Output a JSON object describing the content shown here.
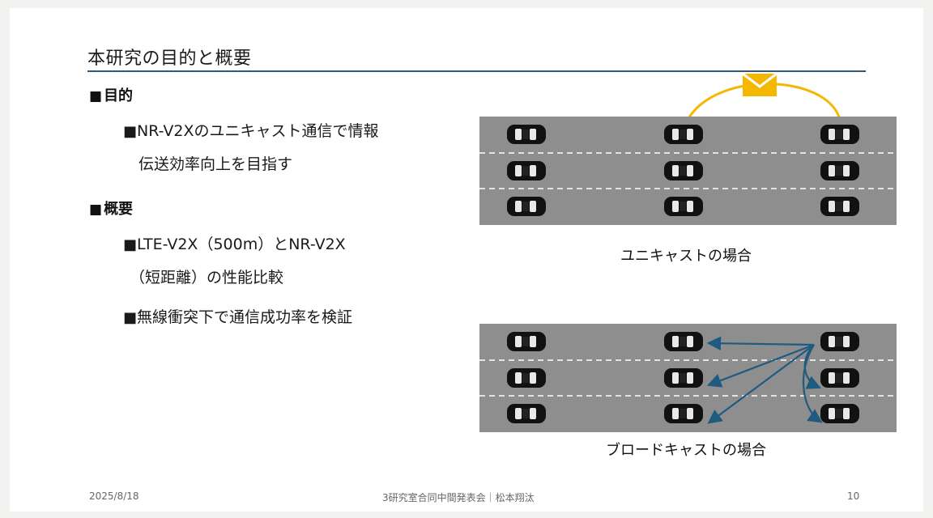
{
  "slide": {
    "title": "本研究の目的と概要",
    "sections": [
      {
        "heading_marker": "■",
        "heading": "目的",
        "bullets": [
          {
            "marker": "■",
            "line1": "NR-V2Xのユニキャスト通信で情報",
            "line2": "伝送効率向上を目指す"
          }
        ]
      },
      {
        "heading_marker": "■",
        "heading": "概要",
        "bullets": [
          {
            "marker": "■",
            "line1": "LTE-V2X（500m）とNR-V2X",
            "line2": "（短距離）の性能比較"
          },
          {
            "marker": "■",
            "line1": "無線衝突下で通信成功率を検証",
            "line2": ""
          }
        ]
      }
    ],
    "figures": {
      "unicast_caption": "ユニキャストの場合",
      "broadcast_caption": "ブロードキャストの場合",
      "road_color": "#8e8e8e",
      "lane_line_color": "#ffffff",
      "car_color": "#111111",
      "unicast_arc_color": "#f5b800",
      "envelope_icon": "envelope-icon",
      "broadcast_arrow_color": "#1f5a80"
    },
    "footer": {
      "date": "2025/8/18",
      "center": "3研究室合同中間発表会｜松本翔汰",
      "page_number": "10"
    }
  }
}
